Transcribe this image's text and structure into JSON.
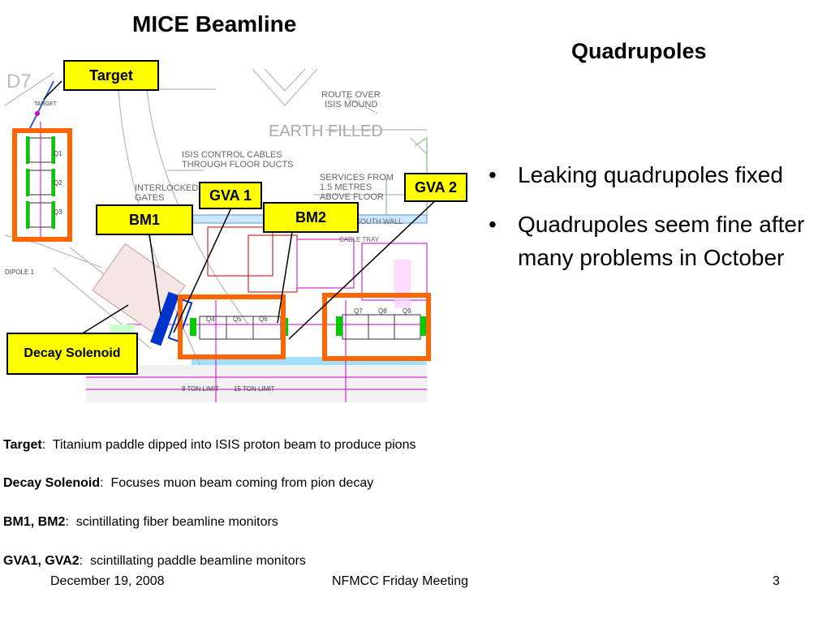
{
  "slide": {
    "title": "MICE Beamline",
    "subtitle": "Quadrupoles",
    "bullets": [
      {
        "text": "Leaking quadrupoles fixed"
      },
      {
        "text": "Quadrupoles seem fine after many problems in October"
      }
    ],
    "bullet_glyph": "•"
  },
  "diagram": {
    "labels": {
      "target": "Target",
      "gva1": "GVA 1",
      "gva2": "GVA 2",
      "bm1": "BM1",
      "bm2": "BM2",
      "decay_solenoid": "Decay Solenoid"
    },
    "drawing_text": {
      "earth_filled": "EARTH FILLED",
      "route_over": "ROUTE OVER",
      "isis_mound": "ISIS MOUND",
      "isis_control": "ISIS CONTROL CABLES",
      "through_floor": "THROUGH FLOOR DUCTS",
      "interlocked": "INTERLOCKED",
      "gates": "GATES",
      "services_from": "SERVICES FROM",
      "metres": "1.5 METRES",
      "above_floor": "ABOVE FLOOR",
      "south_wall": "SOUTH WALL",
      "cable_tray": "CABLE TRAY",
      "dipole1": "DIPOLE 1",
      "target_small": "TARGET",
      "q1": "Q1",
      "q2": "Q2",
      "q3": "Q3",
      "q4": "Q4",
      "q5": "Q5",
      "q6": "Q6",
      "q7": "Q7",
      "q8": "Q8",
      "q9": "Q9",
      "ton_limit_8": "8 TON LIMIT",
      "ton_limit_15": "15 TON LIMIT",
      "d7": "D7"
    },
    "colors": {
      "highlight": "#ff6600",
      "label_fill": "#ffff00",
      "magnet_green": "#00cc00",
      "solenoid_blue": "#0033cc",
      "floor_cyan": "#66ccff",
      "magenta": "#cc00cc"
    }
  },
  "descriptions": [
    {
      "term": "Target",
      "sep": ":",
      "text": "  Titanium paddle dipped into ISIS proton beam to produce pions"
    },
    {
      "term": "Decay Solenoid",
      "sep": ":",
      "text": "  Focuses muon beam coming from pion decay"
    },
    {
      "term": "BM1, BM2",
      "sep": ":",
      "text": "  scintillating fiber beamline monitors"
    },
    {
      "term": "GVA1, GVA2",
      "sep": ":",
      "text": "  scintillating paddle beamline monitors"
    }
  ],
  "footer": {
    "date": "December 19, 2008",
    "meeting": "NFMCC Friday Meeting",
    "page": "3"
  }
}
